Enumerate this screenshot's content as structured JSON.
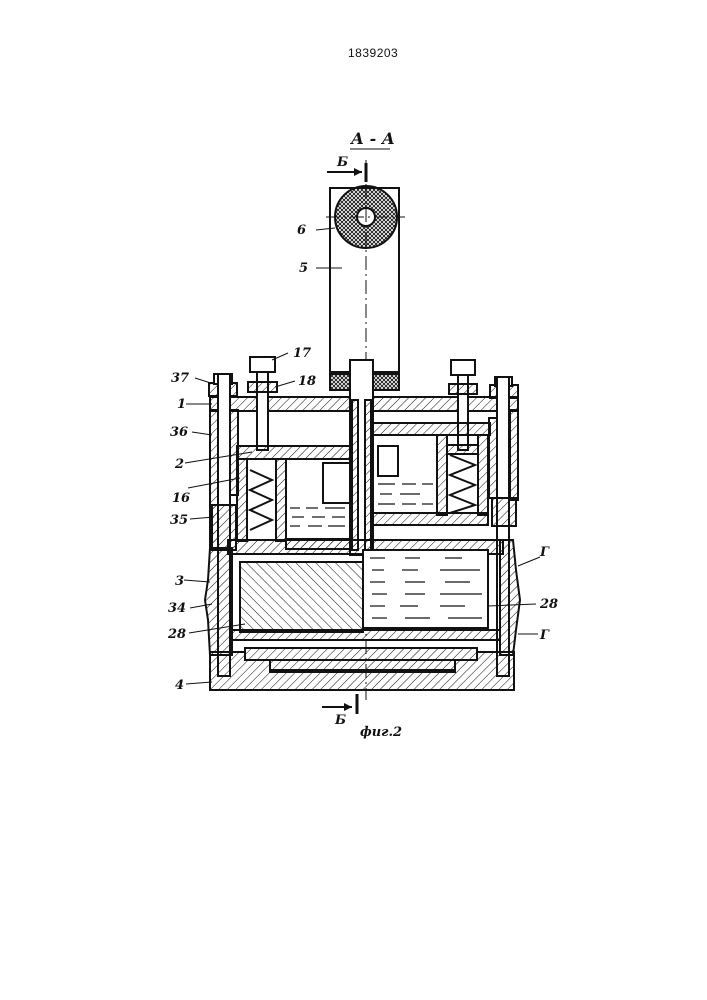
{
  "document_number": "1839203",
  "section_title": "А - А",
  "section_marker": "Б",
  "figure_caption": "фиг.2",
  "callouts": {
    "c6": "6",
    "c5": "5",
    "c17": "17",
    "c18": "18",
    "c37": "37",
    "c1": "1",
    "c36": "36",
    "c2": "2",
    "c16": "16",
    "c35": "35",
    "c3": "3",
    "c34": "34",
    "c28_left": "28",
    "c4": "4",
    "c28_right": "28",
    "g_top": "Г",
    "g_bottom": "Г"
  }
}
